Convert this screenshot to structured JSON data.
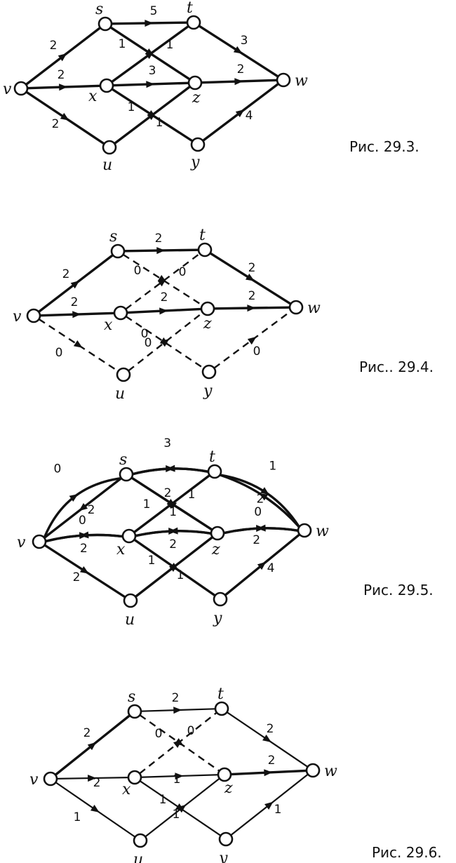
{
  "figures": [
    {
      "caption": "Рис. 29.3.",
      "nodes": [
        {
          "name": "v",
          "label": "v"
        },
        {
          "name": "s",
          "label": "s"
        },
        {
          "name": "x",
          "label": "x"
        },
        {
          "name": "u",
          "label": "u"
        },
        {
          "name": "t",
          "label": "t"
        },
        {
          "name": "z",
          "label": "z"
        },
        {
          "name": "y",
          "label": "y"
        },
        {
          "name": "w",
          "label": "w"
        }
      ],
      "edges": [
        {
          "from": "v",
          "to": "s",
          "weight": "2",
          "style": "solid"
        },
        {
          "from": "v",
          "to": "x",
          "weight": "2",
          "style": "solid"
        },
        {
          "from": "v",
          "to": "u",
          "weight": "2",
          "style": "solid"
        },
        {
          "from": "s",
          "to": "t",
          "weight": "5",
          "style": "solid"
        },
        {
          "from": "s",
          "to": "z",
          "weight": "1",
          "style": "solid"
        },
        {
          "from": "x",
          "to": "t",
          "weight": "1",
          "style": "solid"
        },
        {
          "from": "x",
          "to": "z",
          "weight": "3",
          "style": "solid"
        },
        {
          "from": "x",
          "to": "y",
          "weight": "1",
          "style": "solid"
        },
        {
          "from": "u",
          "to": "z",
          "weight": "1",
          "style": "solid"
        },
        {
          "from": "t",
          "to": "w",
          "weight": "3",
          "style": "solid"
        },
        {
          "from": "z",
          "to": "w",
          "weight": "2",
          "style": "solid"
        },
        {
          "from": "y",
          "to": "w",
          "weight": "4",
          "style": "solid"
        }
      ]
    },
    {
      "caption": "Рис.. 29.4.",
      "nodes": [
        {
          "name": "v",
          "label": "v"
        },
        {
          "name": "s",
          "label": "s"
        },
        {
          "name": "x",
          "label": "x"
        },
        {
          "name": "u",
          "label": "u"
        },
        {
          "name": "t",
          "label": "t"
        },
        {
          "name": "z",
          "label": "z"
        },
        {
          "name": "y",
          "label": "y"
        },
        {
          "name": "w",
          "label": "w"
        }
      ],
      "edges": [
        {
          "from": "v",
          "to": "s",
          "weight": "2",
          "style": "solid"
        },
        {
          "from": "v",
          "to": "x",
          "weight": "2",
          "style": "solid"
        },
        {
          "from": "v",
          "to": "u",
          "weight": "0",
          "style": "dashed"
        },
        {
          "from": "s",
          "to": "t",
          "weight": "2",
          "style": "solid"
        },
        {
          "from": "s",
          "to": "z",
          "weight": "0",
          "style": "dashed"
        },
        {
          "from": "x",
          "to": "t",
          "weight": "0",
          "style": "dashed"
        },
        {
          "from": "x",
          "to": "z",
          "weight": "2",
          "style": "solid"
        },
        {
          "from": "x",
          "to": "y",
          "weight": "0",
          "style": "dashed"
        },
        {
          "from": "u",
          "to": "z",
          "weight": "0",
          "style": "dashed"
        },
        {
          "from": "t",
          "to": "w",
          "weight": "2",
          "style": "solid"
        },
        {
          "from": "z",
          "to": "w",
          "weight": "2",
          "style": "solid"
        },
        {
          "from": "y",
          "to": "w",
          "weight": "0",
          "style": "dashed"
        }
      ]
    },
    {
      "caption": "Рис. 29.5.",
      "nodes": [
        {
          "name": "v",
          "label": "v"
        },
        {
          "name": "s",
          "label": "s"
        },
        {
          "name": "x",
          "label": "x"
        },
        {
          "name": "u",
          "label": "u"
        },
        {
          "name": "t",
          "label": "t"
        },
        {
          "name": "z",
          "label": "z"
        },
        {
          "name": "y",
          "label": "y"
        },
        {
          "name": "w",
          "label": "w"
        }
      ],
      "edges": [
        {
          "from": "v",
          "to": "s",
          "weight": "0",
          "style": "curve"
        },
        {
          "from": "s",
          "to": "v",
          "weight": "2",
          "style": "solid"
        },
        {
          "from": "v",
          "to": "x",
          "weight": "0",
          "style": "curve"
        },
        {
          "from": "x",
          "to": "v",
          "weight": "2",
          "style": "curve"
        },
        {
          "from": "v",
          "to": "u",
          "weight": "2",
          "style": "solid"
        },
        {
          "from": "s",
          "to": "t",
          "weight": "3",
          "style": "curve"
        },
        {
          "from": "t",
          "to": "s",
          "weight": "",
          "style": "curve"
        },
        {
          "from": "s",
          "to": "z",
          "weight": "2",
          "style": "solid"
        },
        {
          "from": "z",
          "to": "s",
          "weight": "1",
          "style": "solid"
        },
        {
          "from": "x",
          "to": "t",
          "weight": "1",
          "style": "solid"
        },
        {
          "from": "x",
          "to": "z",
          "weight": "1",
          "style": "curve"
        },
        {
          "from": "z",
          "to": "x",
          "weight": "2",
          "style": "curve"
        },
        {
          "from": "x",
          "to": "y",
          "weight": "1",
          "style": "solid"
        },
        {
          "from": "u",
          "to": "z",
          "weight": "1",
          "style": "solid"
        },
        {
          "from": "t",
          "to": "w",
          "weight": "1",
          "style": "curve"
        },
        {
          "from": "w",
          "to": "t",
          "weight": "2",
          "style": "curve"
        },
        {
          "from": "z",
          "to": "w",
          "weight": "0",
          "style": "curve"
        },
        {
          "from": "w",
          "to": "z",
          "weight": "2",
          "style": "curve"
        },
        {
          "from": "y",
          "to": "w",
          "weight": "4",
          "style": "solid"
        }
      ]
    },
    {
      "caption": "Рис. 29.6.",
      "nodes": [
        {
          "name": "v",
          "label": "v"
        },
        {
          "name": "s",
          "label": "s"
        },
        {
          "name": "x",
          "label": "x"
        },
        {
          "name": "u",
          "label": "u"
        },
        {
          "name": "t",
          "label": "t"
        },
        {
          "name": "z",
          "label": "z"
        },
        {
          "name": "y",
          "label": "y"
        },
        {
          "name": "w",
          "label": "w"
        }
      ],
      "edges": [
        {
          "from": "v",
          "to": "s",
          "weight": "2",
          "style": "solid"
        },
        {
          "from": "v",
          "to": "x",
          "weight": "2",
          "style": "thin"
        },
        {
          "from": "v",
          "to": "u",
          "weight": "1",
          "style": "thin"
        },
        {
          "from": "s",
          "to": "t",
          "weight": "2",
          "style": "thin"
        },
        {
          "from": "s",
          "to": "z",
          "weight": "0",
          "style": "dashed"
        },
        {
          "from": "x",
          "to": "t",
          "weight": "0",
          "style": "dashed"
        },
        {
          "from": "x",
          "to": "z",
          "weight": "1",
          "style": "thin"
        },
        {
          "from": "x",
          "to": "y",
          "weight": "1",
          "style": "thin"
        },
        {
          "from": "u",
          "to": "z",
          "weight": "1",
          "style": "thin"
        },
        {
          "from": "t",
          "to": "w",
          "weight": "2",
          "style": "thin"
        },
        {
          "from": "z",
          "to": "w",
          "weight": "2",
          "style": "solid"
        },
        {
          "from": "y",
          "to": "w",
          "weight": "1",
          "style": "thin"
        }
      ]
    }
  ]
}
